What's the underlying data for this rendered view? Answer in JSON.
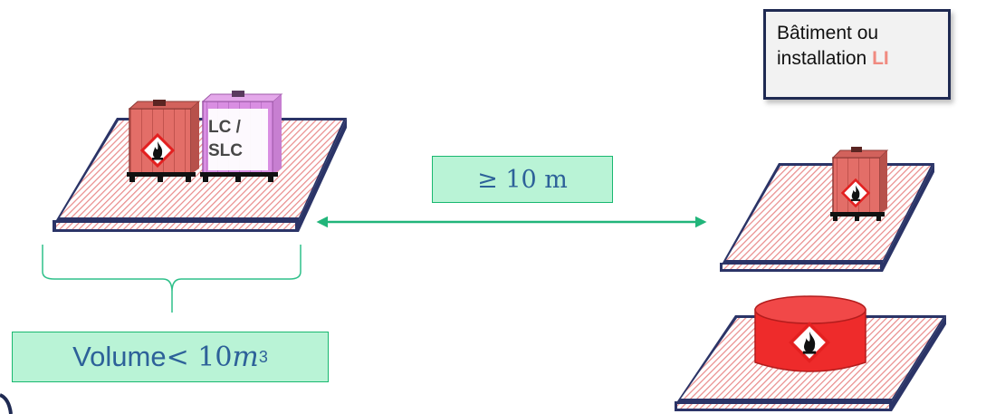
{
  "info_box": {
    "line1": "Bâtiment ou",
    "line2_prefix": "installation ",
    "line2_accent": "LI"
  },
  "distance_label": "≥ 10 m",
  "volume_label": {
    "word": "Volume",
    "relation": " < 10 ",
    "unit": "m",
    "exponent": "3"
  },
  "ibc_tag": {
    "line1": "LC /",
    "line2": "SLC"
  },
  "colors": {
    "platform_border": "#2b3467",
    "hatch": "#e98a8a",
    "ibc_red": "#e36e68",
    "ibc_purple": "#d98ee2",
    "tank_red": "#ee2b2b",
    "arrow": "#21b57a",
    "bracket": "#2fc08a"
  },
  "icons": [
    "flame-hazard-icon",
    "double-arrow-icon",
    "curly-brace-icon"
  ]
}
